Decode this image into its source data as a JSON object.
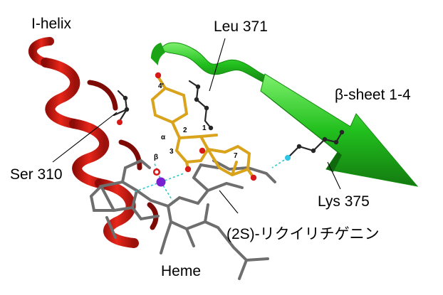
{
  "labels": {
    "i_helix": "I-helix",
    "leu": "Leu 371",
    "beta_sheet": "β-sheet 1-4",
    "ser": "Ser 310",
    "lys": "Lys 375",
    "ligand": "(2S)-リクイリチゲニン",
    "heme": "Heme"
  },
  "atom_labels": {
    "pos4p": "4'",
    "pos2": "2",
    "pos1": "1",
    "alpha": "α",
    "beta": "β",
    "pos3": "3",
    "pos7": "7"
  },
  "colors": {
    "helix": "#d81a12",
    "strand": "#22c01e",
    "ligand_carbon": "#d9a31c",
    "heme_carbon": "#6e6e6e",
    "oxygen": "#d61a1a",
    "iron": "#7a1fd0",
    "nitrogen": "#1d8fd6",
    "hbond": "#2fc7c9"
  }
}
